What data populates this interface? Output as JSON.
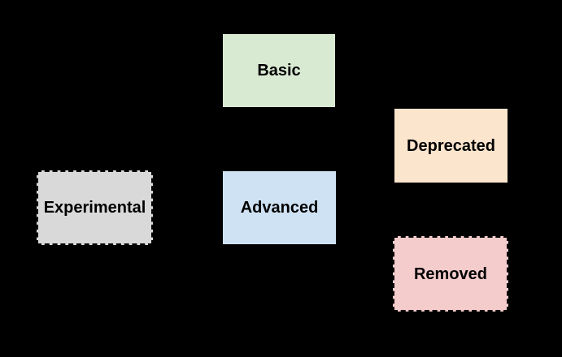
{
  "canvas": {
    "background_color": "#000000",
    "text_color": "#000000",
    "border_color": "#000000"
  },
  "nodes": [
    {
      "id": "basic",
      "label": "Basic",
      "fill_color": "#d9ead3",
      "border_style": "solid"
    },
    {
      "id": "deprecated",
      "label": "Deprecated",
      "fill_color": "#fce5cd",
      "border_style": "solid"
    },
    {
      "id": "experimental",
      "label": "Experimental",
      "fill_color": "#d9d9d9",
      "border_style": "dashed"
    },
    {
      "id": "advanced",
      "label": "Advanced",
      "fill_color": "#cfe2f3",
      "border_style": "solid"
    },
    {
      "id": "removed",
      "label": "Removed",
      "fill_color": "#f4cccc",
      "border_style": "dashed"
    }
  ]
}
